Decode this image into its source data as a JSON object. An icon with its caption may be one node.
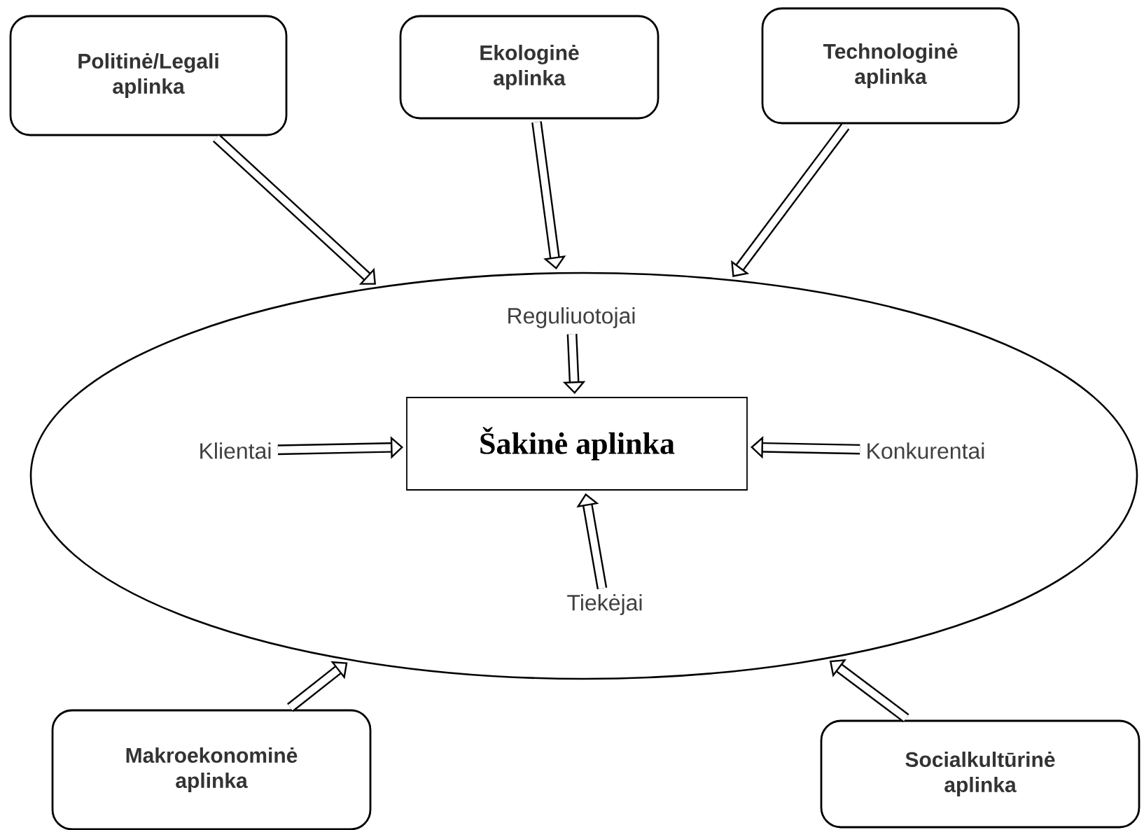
{
  "diagram": {
    "nodes": [
      {
        "text": [
          "Politinė/Legali aplinka"
        ]
      },
      {
        "text": [
          "Ekologinė aplinka"
        ]
      },
      {
        "text": [
          "Technologinė aplinka"
        ]
      },
      {
        "text": [],
        "shape": "ellipse"
      },
      {
        "text": [
          "Reguliuotojai"
        ],
        "in": 3
      },
      {
        "text": [
          "Klientai"
        ],
        "in": 3
      },
      {
        "text": [
          "Šakinė aplinka"
        ],
        "in": 3
      },
      {
        "text": [
          "Konkurentai"
        ],
        "in": 3
      },
      {
        "text": [
          "Tiekėjai"
        ],
        "in": 3
      },
      {
        "text": [
          "Makroekonominė aplinka"
        ]
      },
      {
        "text": [
          "Socialkultūrinė aplinka"
        ]
      }
    ],
    "edges": [
      {
        "from": 0,
        "to": 3,
        "arrow": "to"
      },
      {
        "from": 1,
        "to": 3,
        "arrow": "to"
      },
      {
        "from": 2,
        "to": 3,
        "arrow": "to"
      },
      {
        "from": 4,
        "to": 6,
        "arrow": "to"
      },
      {
        "from": 5,
        "to": 6,
        "arrow": "to"
      },
      {
        "from": 7,
        "to": 6,
        "arrow": "to"
      },
      {
        "from": 8,
        "to": 6,
        "arrow": "to"
      },
      {
        "from": 9,
        "to": 3,
        "arrow": "to"
      },
      {
        "from": 10,
        "to": 3,
        "arrow": "to"
      }
    ]
  }
}
